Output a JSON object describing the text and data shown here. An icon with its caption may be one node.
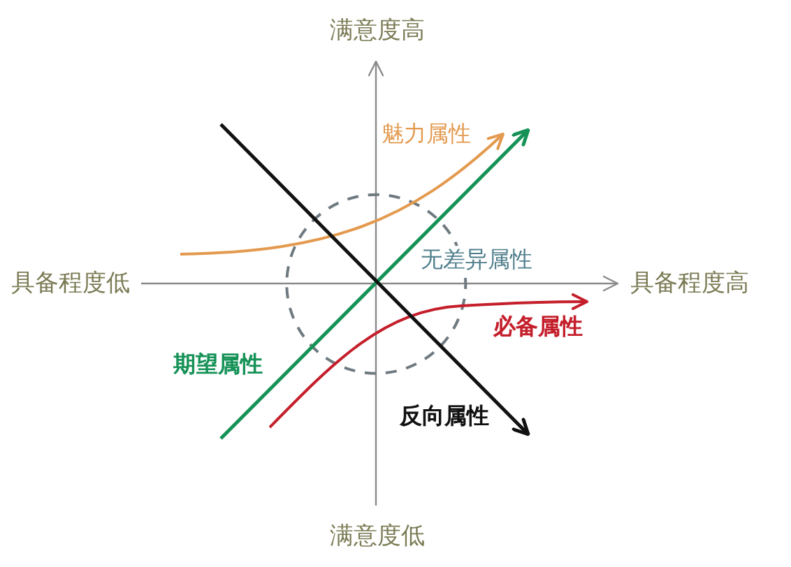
{
  "diagram": {
    "labels": [
      "满意度高",
      "魅力属性",
      "无差异属性",
      "具备程度低",
      "具备程度高",
      "必备属性",
      "期望属性",
      "反向属性",
      "满意度低"
    ]
  }
}
